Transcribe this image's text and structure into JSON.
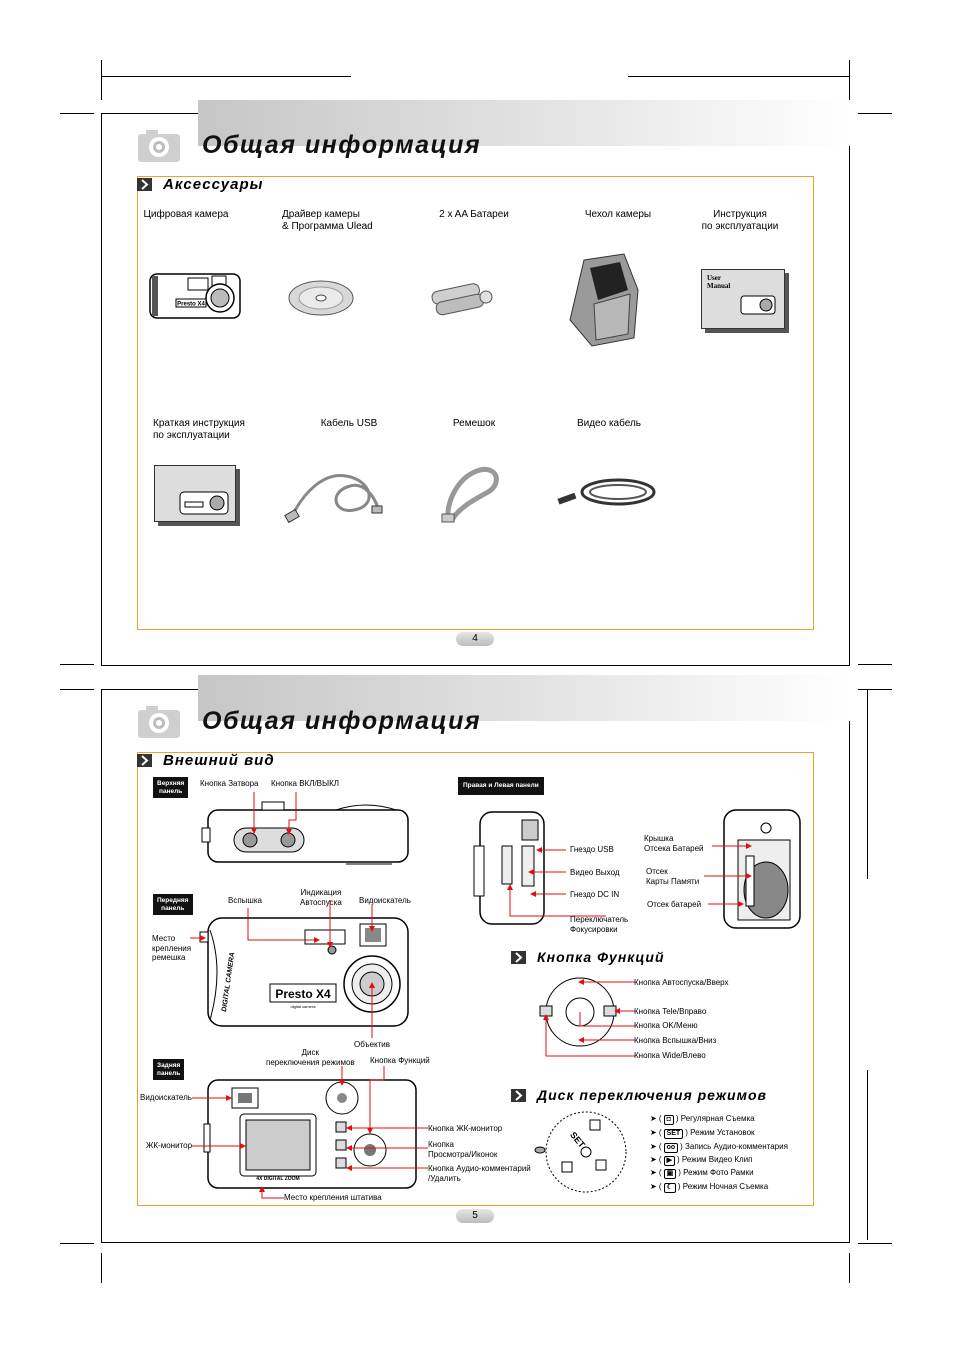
{
  "page_top": {
    "title": "Общая информация",
    "section_title": "Аксессуары",
    "page_number": "4",
    "accessories_row1": [
      {
        "label": "Цифровая камера",
        "icon": "digital-camera-icon"
      },
      {
        "label": "Драйвер камеры\n& Программа Ulead",
        "icon": "cd-disc-icon"
      },
      {
        "label": "2 x AA Батареи",
        "icon": "batteries-icon"
      },
      {
        "label": "Чехол камеры",
        "icon": "camera-case-icon"
      },
      {
        "label": "Инструкция\nпо эксплуатации",
        "icon": "user-manual-icon"
      }
    ],
    "accessories_row2": [
      {
        "label": "Краткая инструкция\nпо эксплуатации",
        "icon": "quick-guide-icon"
      },
      {
        "label": "Кабель USB",
        "icon": "usb-cable-icon"
      },
      {
        "label": "Ремешок",
        "icon": "strap-icon"
      },
      {
        "label": "Видео кабель",
        "icon": "video-cable-icon"
      }
    ],
    "manual_cover_text": "User\nManual",
    "camera_brand_text": "Presto X4"
  },
  "page_bottom": {
    "title": "Общая информация",
    "section_title": "Внешний вид",
    "page_number": "5",
    "top_panel": {
      "tag": "Верхняя\nпанель",
      "labels": [
        "Кнопка Затвора",
        "Кнопка ВКЛ/ВЫКЛ"
      ]
    },
    "front_panel": {
      "tag": "Передняя\nпанель",
      "labels": {
        "flash": "Вспышка",
        "self_timer": "Индикация\nАвтоспуска",
        "viewfinder": "Видоискатель",
        "strap_mount": "Место\nкрепления\nремешка",
        "lens": "Объектив"
      },
      "brand": "Presto X4",
      "brand_sub": "digital camera",
      "side_text": "DIGITAL CAMERA"
    },
    "back_panel": {
      "tag": "Задняя\nпанель",
      "labels": {
        "mode_dial": "Диск\nпереключения режимов",
        "func_button": "Кнопка Функций",
        "viewfinder": "Видоискатель",
        "lcd": "ЖК-монитор",
        "lcd_button": "Кнопка ЖК-монитор",
        "playback_button": "Кнопка\nПросмотра/Иконок",
        "audio_button": "Кнопка Аудио-комментарий\n/Удалить",
        "tripod": "Место крепления штатива"
      },
      "zoom_text": "4X DIGITAL ZOOM"
    },
    "side_panels": {
      "tag": "Правая и Левая панели",
      "labels": {
        "usb": "Гнездо USB",
        "video_out": "Видео Выход",
        "dc_in": "Гнездо DC IN",
        "focus_switch": "Переключатель\nФокусировки",
        "battery_cover": "Крышка\nОтсека Батарей",
        "card_slot": "Отсек\nКарты Памяти",
        "battery_compartment": "Отсек батарей"
      }
    },
    "function_buttons": {
      "title": "Кнопка Функций",
      "items": [
        "Кнопка Автоспуска/Вверх",
        "Кнопка Tele/Вправо",
        "Кнопка OK/Меню",
        "Кнопка Вспышка/Вниз",
        "Кнопка Wide/Влево"
      ]
    },
    "mode_dial": {
      "title": "Диск переключения режимов",
      "items": [
        {
          "symbol": "camera-icon",
          "sym_text": "",
          "text": "Регулярная Съемка"
        },
        {
          "symbol": "set-icon",
          "sym_text": "SET",
          "text": "Режим Установок"
        },
        {
          "symbol": "audio-tape-icon",
          "sym_text": "",
          "text": "Запись Аудио-комментария"
        },
        {
          "symbol": "video-clip-icon",
          "sym_text": "",
          "text": "Режим Видео Клип"
        },
        {
          "symbol": "frame-icon",
          "sym_text": "",
          "text": "Режим Фото Рамки"
        },
        {
          "symbol": "night-icon",
          "sym_text": "",
          "text": "Режим Ночная Съемка"
        }
      ],
      "dial_text": "SET"
    }
  },
  "colors": {
    "accent_border": "#f0a030",
    "callout": "#e01010",
    "tag_bg": "#111111"
  }
}
